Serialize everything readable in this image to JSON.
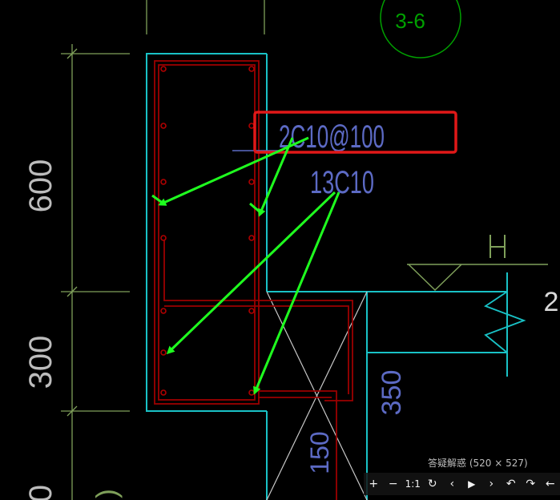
{
  "drawing": {
    "section_tag": "3-6",
    "callout_highlight": "2C10@100",
    "longitudinal_bars": "13C10",
    "level_mark": "H",
    "dim_upper": "600",
    "dim_lower": "300",
    "dim_slab": "350",
    "dim_bottom": "150",
    "edge_left_fragment": "0",
    "edge_left_fragment2": ")",
    "edge_right_fragment": "2",
    "colors": {
      "concrete_outline": "#19c2c6",
      "rebar": "#9b0000",
      "rebar_dot": "#b00000",
      "dimension": "#7fa05a",
      "label": "#5c6ac4",
      "highlight": "#e01818",
      "arrow": "#1fff1f",
      "tag_circle": "#00a000"
    }
  },
  "viewer": {
    "caption": "答疑解惑 (520 × 527)",
    "toolbar": [
      {
        "name": "zoom-in-button",
        "glyph": "+"
      },
      {
        "name": "zoom-out-button",
        "glyph": "−"
      },
      {
        "name": "actual-size-button",
        "glyph": "1:1"
      },
      {
        "name": "refresh-button",
        "glyph": "↻"
      },
      {
        "name": "previous-button",
        "glyph": "‹"
      },
      {
        "name": "play-button",
        "glyph": "▶"
      },
      {
        "name": "next-button",
        "glyph": "›"
      },
      {
        "name": "rotate-left-button",
        "glyph": "↶"
      },
      {
        "name": "rotate-right-button",
        "glyph": "↷"
      },
      {
        "name": "back-button",
        "glyph": "←"
      }
    ]
  }
}
